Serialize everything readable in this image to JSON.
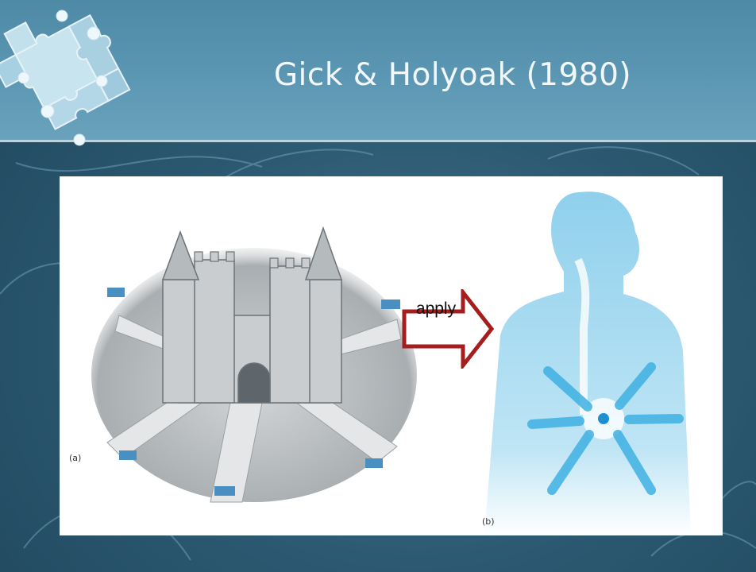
{
  "slide": {
    "title": "Gick & Holyoak (1980)"
  },
  "figure": {
    "arrow_label": "apply",
    "caption_a": "(a)",
    "caption_b": "(b)",
    "arrow_color": "#a51d1d",
    "body_color": "#9fd8ee",
    "ray_color": "#3fb1e3"
  },
  "icons": {
    "logo": "puzzle-pieces-icon",
    "castle": "fortress-illustration",
    "body": "human-silhouette-illustration"
  }
}
